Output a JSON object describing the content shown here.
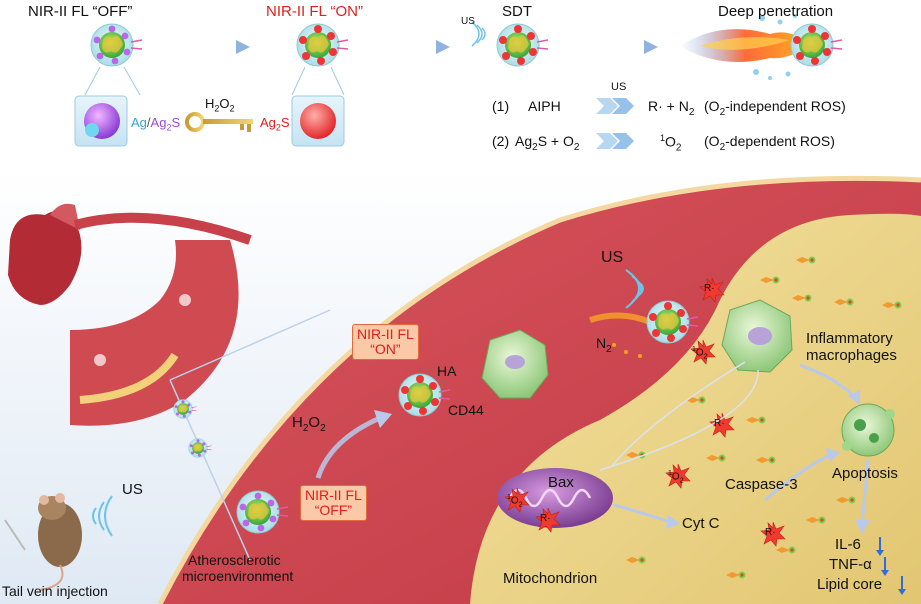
{
  "top_panel": {
    "label_off": "NIR-II FL “OFF”",
    "label_on": "NIR-II FL “ON”",
    "label_sdt": "SDT",
    "label_deep": "Deep penetration",
    "label_us_small": "US",
    "core_left_ag": "Ag",
    "core_left_slash": "/",
    "core_left_ag2s": "Ag",
    "core_left_sub2": "2",
    "core_left_s": "S",
    "h2o2_h": "H",
    "h2o2_2a": "2",
    "h2o2_o": "O",
    "h2o2_2b": "2",
    "core_right_ag": "Ag",
    "core_right_sub2": "2",
    "core_right_s": "S",
    "reaction1": {
      "index": "(1)",
      "reactant": "AIPH",
      "us": "US",
      "product_r": "R·",
      "product_plus": "+ N",
      "product_sub": "2",
      "note_open": "(O",
      "note_sub": "2",
      "note_rest": "-independent ROS)"
    },
    "reaction2": {
      "index": "(2)",
      "reactant_a": "Ag",
      "reactant_a_sub": "2",
      "reactant_b": "S + O",
      "reactant_b_sub": "2",
      "product_sup": "1",
      "product": "O",
      "product_sub": "2",
      "note_open": "(O",
      "note_sub": "2",
      "note_rest": "-dependent ROS)"
    }
  },
  "bottom_panel": {
    "us_mouse": "US",
    "tail_vein": "Tail vein injection",
    "badge_off_line1": "NIR-II FL",
    "badge_off_line2": "“OFF”",
    "badge_on_line1": "NIR-II FL",
    "badge_on_line2": "“ON”",
    "h2o2": "H",
    "h2o2_sub_a": "2",
    "h2o2_o": "O",
    "h2o2_sub_b": "2",
    "athero_line1": "Atherosclerotic",
    "athero_line2": "microenvironment",
    "ha": "HA",
    "cd44": "CD44",
    "us_top": "US",
    "n2": "N",
    "n2_sub": "2",
    "inflam_line1": "Inflammatory",
    "inflam_line2": "macrophages",
    "apoptosis": "Apoptosis",
    "caspase": "Caspase-3",
    "cytc": "Cyt C",
    "bax": "Bax",
    "mitochondrion": "Mitochondrion",
    "il6": "IL-6",
    "tnfa": "TNF-α",
    "lipid": "Lipid core",
    "r_dot": "R·",
    "singlet_sup": "1",
    "singlet_o": "O",
    "singlet_sub": "2"
  },
  "colors": {
    "accent_red": "#e0201a",
    "vessel_red": "#cf4a52",
    "plaque_yellow": "#ecd78c",
    "badge_fill": "#f9c9a8",
    "arrow_blue": "#8fb3de",
    "down_arrow": "#2c6fd6"
  }
}
